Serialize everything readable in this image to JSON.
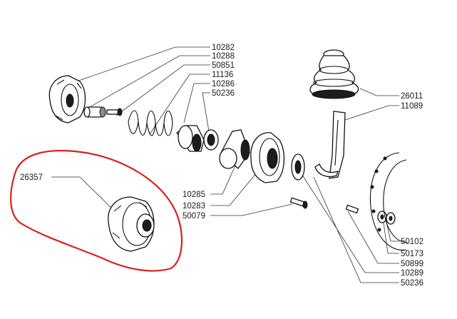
{
  "labels": {
    "p10282": "10282",
    "p10288": "10288",
    "p50851": "50851",
    "p11136": "11136",
    "p10286": "10286",
    "p50236a": "50236",
    "p26011": "26011",
    "p11089": "11089",
    "p26357": "26357",
    "p10285": "10285",
    "p10283": "10283",
    "p50079": "50079",
    "p50102": "50102",
    "p50173": "50173",
    "p50899": "50899",
    "p10289": "10289",
    "p50236b": "50236"
  },
  "colors": {
    "highlight": "#d8231f",
    "ink": "#111111",
    "label": "#1a1a1a"
  }
}
